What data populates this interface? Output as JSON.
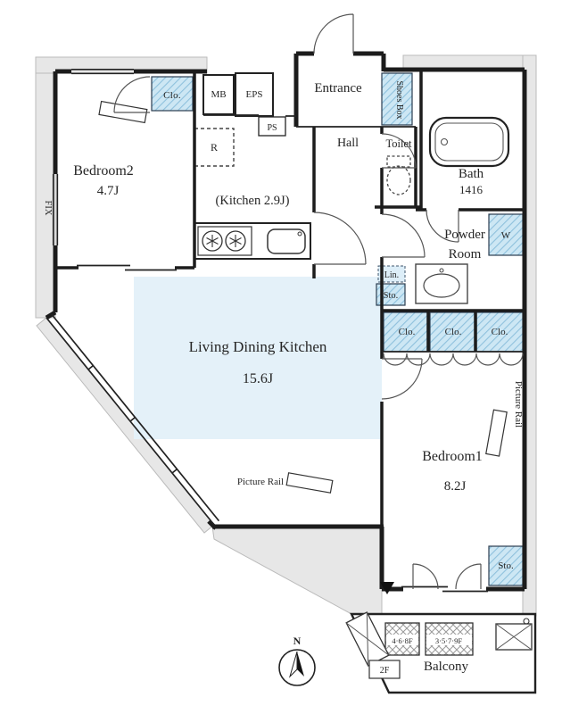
{
  "colors": {
    "wall": "#1c1c1c",
    "exterior_band": "#e7e7e7",
    "storage_fill": "#cde7f4",
    "storage_hatch": "#8fc1dd",
    "ldk_fill": "#e4f1f9"
  },
  "rooms": {
    "bedroom2": {
      "name": "Bedroom2",
      "size": "4.7J"
    },
    "kitchen": {
      "label": "(Kitchen 2.9J)"
    },
    "ldk": {
      "name": "Living Dining Kitchen",
      "size": "15.6J"
    },
    "bedroom1": {
      "name": "Bedroom1",
      "size": "8.2J"
    },
    "entrance": {
      "label": "Entrance"
    },
    "hall": {
      "label": "Hall"
    },
    "toilet": {
      "label": "Toilet"
    },
    "bath": {
      "name": "Bath",
      "size": "1416"
    },
    "powder_room": {
      "line1": "Powder",
      "line2": "Room"
    },
    "balcony": {
      "label": "Balcony"
    }
  },
  "storage": {
    "closet_bedroom2": "Clo.",
    "shoes_box": "Shoes Box",
    "linen": "Lin.",
    "storage_hall": "Sto.",
    "closets_bedroom1": [
      "Clo.",
      "Clo.",
      "Clo."
    ],
    "storage_bedroom1": "Sto."
  },
  "utilities": {
    "mb": "MB",
    "eps": "EPS",
    "ps": "PS"
  },
  "fixtures": {
    "refrigerator": "R",
    "washer": "W"
  },
  "annotations": {
    "fix_window": "FIX",
    "picture_rail": "Picture Rail",
    "unit_floors_a": "4·6·8F",
    "unit_floors_b": "3·5·7·9F",
    "floor_2f": "2F"
  },
  "compass": {
    "north": "N"
  }
}
